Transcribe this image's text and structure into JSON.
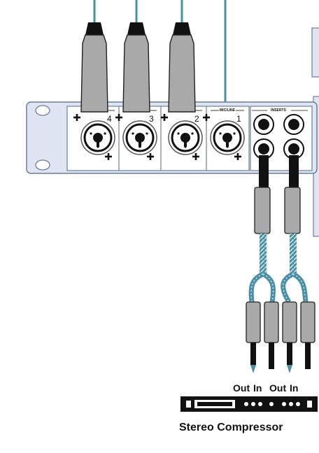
{
  "rack": {
    "channels": [
      {
        "number": "4",
        "label": "MIC/LINE"
      },
      {
        "number": "3",
        "label": "MIC/LINE"
      },
      {
        "number": "2",
        "label": "MIC/LINE"
      },
      {
        "number": "1",
        "label": "MIC/LINE"
      }
    ],
    "inserts_label": "INSERTS"
  },
  "compressor": {
    "io_labels": [
      "Out",
      "In",
      "Out",
      "In"
    ],
    "name": "Stereo Compressor"
  },
  "colors": {
    "panel": "#dde6f2",
    "panel_stroke": "#6f7f95",
    "cable": "#4a90a4",
    "connector": "#a9a9a9",
    "jack_dark": "#111111"
  }
}
